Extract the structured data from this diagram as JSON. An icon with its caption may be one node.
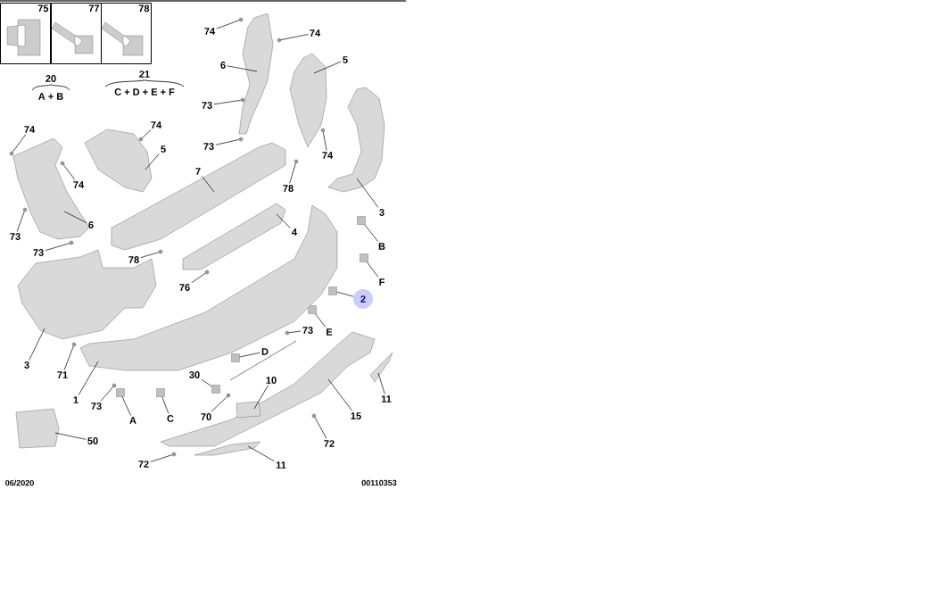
{
  "diagram": {
    "nodes": [
      {
        "text": [
          "75"
        ]
      },
      {
        "text": [
          "77"
        ]
      },
      {
        "text": [
          "78"
        ]
      },
      {
        "text": [
          "74"
        ]
      },
      {
        "text": [
          "74"
        ]
      },
      {
        "text": [
          "6"
        ]
      },
      {
        "text": [
          "5"
        ]
      },
      {
        "text": [
          "73"
        ]
      },
      {
        "text": [
          "73"
        ]
      },
      {
        "text": [
          "74"
        ]
      },
      {
        "text": [
          "78"
        ]
      },
      {
        "text": [
          "7"
        ]
      },
      {
        "text": [
          "3"
        ]
      },
      {
        "text": [
          "74"
        ]
      },
      {
        "text": [
          "74"
        ]
      },
      {
        "text": [
          "5"
        ]
      },
      {
        "text": [
          "74"
        ]
      },
      {
        "text": [
          "6"
        ]
      },
      {
        "text": [
          "73"
        ]
      },
      {
        "text": [
          "73"
        ]
      },
      {
        "text": [
          "4"
        ]
      },
      {
        "text": [
          "B"
        ]
      },
      {
        "text": [
          "78"
        ]
      },
      {
        "text": [
          "76"
        ]
      },
      {
        "text": [
          "F"
        ]
      },
      {
        "text": [
          "2"
        ]
      },
      {
        "text": [
          "3"
        ]
      },
      {
        "text": [
          "71"
        ]
      },
      {
        "text": [
          "73"
        ]
      },
      {
        "text": [
          "E"
        ]
      },
      {
        "text": [
          "D"
        ]
      },
      {
        "text": [
          "1"
        ]
      },
      {
        "text": [
          "73"
        ]
      },
      {
        "text": [
          "A"
        ]
      },
      {
        "text": [
          "C"
        ]
      },
      {
        "text": [
          "30"
        ]
      },
      {
        "text": [
          "10"
        ]
      },
      {
        "text": [
          "11"
        ]
      },
      {
        "text": [
          "70"
        ]
      },
      {
        "text": [
          "15"
        ]
      },
      {
        "text": [
          "72"
        ]
      },
      {
        "text": [
          "50"
        ]
      },
      {
        "text": [
          "11"
        ]
      },
      {
        "text": [
          "72"
        ]
      },
      {
        "text": [],
        "shape": "box"
      },
      {
        "text": [],
        "shape": "box"
      },
      {
        "text": [],
        "shape": "box"
      },
      {
        "text": [],
        "shape": "box"
      },
      {
        "text": [],
        "shape": "box"
      },
      {
        "text": [],
        "shape": "box"
      },
      {
        "text": [],
        "shape": "box"
      },
      {
        "text": [],
        "shape": "box"
      },
      {
        "text": [],
        "shape": "picture"
      },
      {
        "text": [],
        "shape": "picture"
      },
      {
        "text": [],
        "shape": "picture"
      },
      {
        "text": [],
        "shape": "picture"
      },
      {
        "text": [],
        "shape": "picture"
      },
      {
        "text": [],
        "shape": "picture"
      },
      {
        "text": [],
        "shape": "picture"
      },
      {
        "text": [],
        "shape": "picture"
      },
      {
        "text": [],
        "shape": "picture"
      },
      {
        "text": [],
        "shape": "picture"
      },
      {
        "text": [],
        "shape": "picture"
      },
      {
        "text": [],
        "shape": "picture"
      },
      {
        "text": [],
        "shape": "box"
      },
      {
        "text": [],
        "shape": "box"
      },
      {
        "text": [],
        "shape": "circle"
      },
      {
        "text": [],
        "shape": "circle"
      },
      {
        "text": [],
        "shape": "circle"
      },
      {
        "text": [],
        "shape": "circle"
      },
      {
        "text": [],
        "shape": "circle"
      },
      {
        "text": [],
        "shape": "circle"
      },
      {
        "text": [],
        "shape": "circle"
      },
      {
        "text": [],
        "shape": "circle"
      },
      {
        "text": [],
        "shape": "circle"
      },
      {
        "text": [],
        "shape": "circle"
      },
      {
        "text": [],
        "shape": "circle"
      },
      {
        "text": [],
        "shape": "circle"
      },
      {
        "text": [],
        "shape": "circle"
      },
      {
        "text": [],
        "shape": "circle"
      },
      {
        "text": [],
        "shape": "circle"
      },
      {
        "text": [],
        "shape": "circle"
      },
      {
        "text": [],
        "shape": "circle"
      },
      {
        "text": [],
        "shape": "circle"
      },
      {
        "text": [],
        "shape": "circle"
      }
    ],
    "edges": [
      {
        "from": 3,
        "to": 66,
        "arrow": "none"
      },
      {
        "from": 4,
        "to": 67,
        "arrow": "none"
      },
      {
        "from": 5,
        "to": 52,
        "arrow": "none"
      },
      {
        "from": 6,
        "to": 53,
        "arrow": "none"
      },
      {
        "from": 7,
        "to": 68,
        "arrow": "none"
      },
      {
        "from": 8,
        "to": 69,
        "arrow": "none"
      },
      {
        "from": 9,
        "to": 70,
        "arrow": "none"
      },
      {
        "from": 10,
        "to": 71,
        "arrow": "none"
      },
      {
        "from": 11,
        "to": 57,
        "arrow": "none"
      },
      {
        "from": 12,
        "to": 54,
        "arrow": "none"
      },
      {
        "from": 13,
        "to": 72,
        "arrow": "none"
      },
      {
        "from": 14,
        "to": 73,
        "arrow": "none"
      },
      {
        "from": 15,
        "to": 56,
        "arrow": "none"
      },
      {
        "from": 16,
        "to": 74,
        "arrow": "none"
      },
      {
        "from": 17,
        "to": 55,
        "arrow": "none"
      },
      {
        "from": 18,
        "to": 75,
        "arrow": "none"
      },
      {
        "from": 19,
        "to": 76,
        "arrow": "none"
      },
      {
        "from": 20,
        "to": 58,
        "arrow": "none"
      },
      {
        "from": 21,
        "to": 44,
        "arrow": "none"
      },
      {
        "from": 22,
        "to": 77,
        "arrow": "none"
      },
      {
        "from": 23,
        "to": 78,
        "arrow": "none"
      },
      {
        "from": 24,
        "to": 45,
        "arrow": "none"
      },
      {
        "from": 25,
        "to": 46,
        "arrow": "none"
      },
      {
        "from": 26,
        "to": 59,
        "arrow": "none"
      },
      {
        "from": 27,
        "to": 79,
        "arrow": "none"
      },
      {
        "from": 28,
        "to": 80,
        "arrow": "none"
      },
      {
        "from": 29,
        "to": 47,
        "arrow": "none"
      },
      {
        "from": 30,
        "to": 48,
        "arrow": "none"
      },
      {
        "from": 31,
        "to": 60,
        "arrow": "none"
      },
      {
        "from": 32,
        "to": 81,
        "arrow": "none"
      },
      {
        "from": 33,
        "to": 50,
        "arrow": "none"
      },
      {
        "from": 34,
        "to": 51,
        "arrow": "none"
      },
      {
        "from": 35,
        "to": 49,
        "arrow": "none"
      },
      {
        "from": 36,
        "to": 65,
        "arrow": "none"
      },
      {
        "from": 37,
        "to": 62,
        "arrow": "none"
      },
      {
        "from": 38,
        "to": 82,
        "arrow": "none"
      },
      {
        "from": 39,
        "to": 61,
        "arrow": "none"
      },
      {
        "from": 40,
        "to": 83,
        "arrow": "none"
      },
      {
        "from": 41,
        "to": 64,
        "arrow": "none"
      },
      {
        "from": 42,
        "to": 63,
        "arrow": "none"
      },
      {
        "from": 43,
        "to": 84,
        "arrow": "none"
      }
    ],
    "labels": [
      "20",
      "A + B",
      "21",
      "C + D + E + F",
      "06/2020",
      "00110353"
    ]
  }
}
